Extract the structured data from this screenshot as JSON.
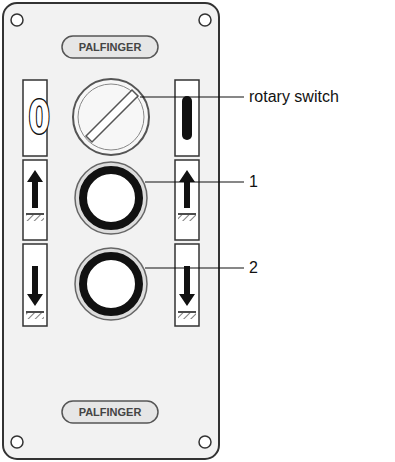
{
  "diagram": {
    "labels": [
      "PALFINGER",
      "0",
      "rotary switch",
      "1",
      "2",
      "PALFINGER"
    ]
  }
}
